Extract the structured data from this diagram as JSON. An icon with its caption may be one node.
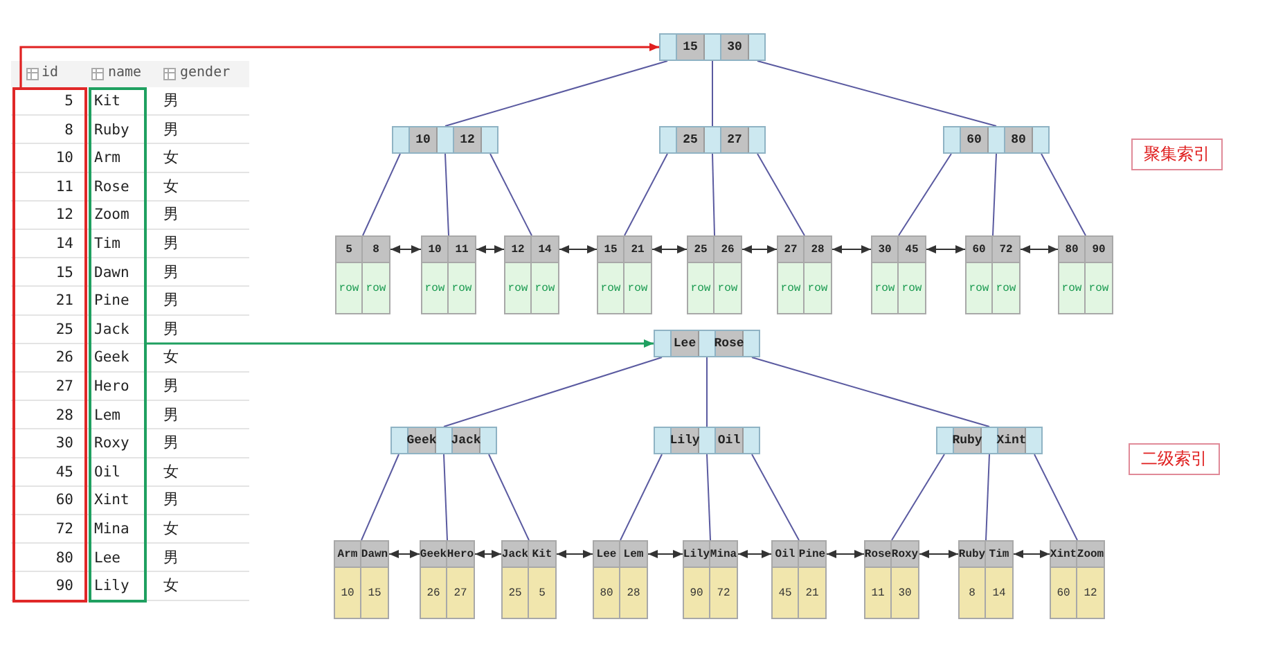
{
  "diagram": {
    "nodes": [
      {
        "text": [
          "5",
          "8",
          "10",
          "11",
          "12",
          "14",
          "15",
          "21",
          "25",
          "26",
          "27",
          "28",
          "30",
          "45",
          "60",
          "72",
          "80",
          "90"
        ]
      },
      {
        "text": [
          "Kit",
          "Ruby",
          "Arm",
          "Rose",
          "Zoom",
          "Tim",
          "Dawn",
          "Pine",
          "Jack",
          "Geek",
          "Hero",
          "Lem",
          "Roxy",
          "Oil",
          "Xint",
          "Mina",
          "Lee",
          "Lily"
        ]
      },
      {
        "text": [
          "15",
          "30"
        ]
      },
      {
        "text": [
          "10",
          "12"
        ]
      },
      {
        "text": [
          "25",
          "27"
        ]
      },
      {
        "text": [
          "60",
          "80"
        ]
      },
      {
        "text": [
          "5",
          "8",
          "row",
          "row"
        ]
      },
      {
        "text": [
          "10",
          "11",
          "row",
          "row"
        ]
      },
      {
        "text": [
          "12",
          "14",
          "row",
          "row"
        ]
      },
      {
        "text": [
          "15",
          "21",
          "row",
          "row"
        ]
      },
      {
        "text": [
          "25",
          "26",
          "row",
          "row"
        ]
      },
      {
        "text": [
          "27",
          "28",
          "row",
          "row"
        ]
      },
      {
        "text": [
          "30",
          "45",
          "row",
          "row"
        ]
      },
      {
        "text": [
          "60",
          "72",
          "row",
          "row"
        ]
      },
      {
        "text": [
          "80",
          "90",
          "row",
          "row"
        ]
      },
      {
        "text": [
          "Lee",
          "Rose"
        ]
      },
      {
        "text": [
          "Geek",
          "Jack"
        ]
      },
      {
        "text": [
          "Lily",
          "Oil"
        ]
      },
      {
        "text": [
          "Ruby",
          "Xint"
        ]
      },
      {
        "text": [
          "Arm",
          "Dawn",
          "10",
          "15"
        ]
      },
      {
        "text": [
          "Geek",
          "Hero",
          "26",
          "27"
        ]
      },
      {
        "text": [
          "Jack",
          "Kit",
          "25",
          "5"
        ]
      },
      {
        "text": [
          "Lee",
          "Lem",
          "80",
          "28"
        ]
      },
      {
        "text": [
          "Lily",
          "Mina",
          "90",
          "72"
        ]
      },
      {
        "text": [
          "Oil",
          "Pine",
          "45",
          "21"
        ]
      },
      {
        "text": [
          "Rose",
          "Roxy",
          "11",
          "30"
        ]
      },
      {
        "text": [
          "Ruby",
          "Tim",
          "8",
          "14"
        ]
      },
      {
        "text": [
          "Xint",
          "Zoom",
          "60",
          "12"
        ]
      },
      {
        "text": [
          "聚集索引"
        ]
      },
      {
        "text": [
          "二级索引"
        ]
      }
    ],
    "edges": [
      {
        "from": 0,
        "to": 2,
        "arrow": "to",
        "color": "#e02020"
      },
      {
        "from": 1,
        "to": 15,
        "arrow": "to",
        "color": "#1fa060"
      },
      {
        "from": 2,
        "to": 3,
        "arrow": "none"
      },
      {
        "from": 2,
        "to": 4,
        "arrow": "none"
      },
      {
        "from": 2,
        "to": 5,
        "arrow": "none"
      },
      {
        "from": 3,
        "to": 6,
        "arrow": "none"
      },
      {
        "from": 3,
        "to": 7,
        "arrow": "none"
      },
      {
        "from": 3,
        "to": 8,
        "arrow": "none"
      },
      {
        "from": 4,
        "to": 9,
        "arrow": "none"
      },
      {
        "from": 4,
        "to": 10,
        "arrow": "none"
      },
      {
        "from": 4,
        "to": 11,
        "arrow": "none"
      },
      {
        "from": 5,
        "to": 12,
        "arrow": "none"
      },
      {
        "from": 5,
        "to": 13,
        "arrow": "none"
      },
      {
        "from": 5,
        "to": 14,
        "arrow": "none"
      },
      {
        "from": 6,
        "to": 7,
        "arrow": "both",
        "color": "#333333"
      },
      {
        "from": 7,
        "to": 8,
        "arrow": "both",
        "color": "#333333"
      },
      {
        "from": 8,
        "to": 9,
        "arrow": "both",
        "color": "#333333"
      },
      {
        "from": 9,
        "to": 10,
        "arrow": "both",
        "color": "#333333"
      },
      {
        "from": 10,
        "to": 11,
        "arrow": "both",
        "color": "#333333"
      },
      {
        "from": 11,
        "to": 12,
        "arrow": "both",
        "color": "#333333"
      },
      {
        "from": 12,
        "to": 13,
        "arrow": "both",
        "color": "#333333"
      },
      {
        "from": 13,
        "to": 14,
        "arrow": "both",
        "color": "#333333"
      },
      {
        "from": 15,
        "to": 16,
        "arrow": "none"
      },
      {
        "from": 15,
        "to": 17,
        "arrow": "none"
      },
      {
        "from": 15,
        "to": 18,
        "arrow": "none"
      },
      {
        "from": 16,
        "to": 19,
        "arrow": "none"
      },
      {
        "from": 16,
        "to": 20,
        "arrow": "none"
      },
      {
        "from": 16,
        "to": 21,
        "arrow": "none"
      },
      {
        "from": 17,
        "to": 22,
        "arrow": "none"
      },
      {
        "from": 17,
        "to": 23,
        "arrow": "none"
      },
      {
        "from": 17,
        "to": 24,
        "arrow": "none"
      },
      {
        "from": 18,
        "to": 25,
        "arrow": "none"
      },
      {
        "from": 18,
        "to": 26,
        "arrow": "none"
      },
      {
        "from": 18,
        "to": 27,
        "arrow": "none"
      },
      {
        "from": 19,
        "to": 20,
        "arrow": "both",
        "color": "#333333"
      },
      {
        "from": 20,
        "to": 21,
        "arrow": "both",
        "color": "#333333"
      },
      {
        "from": 21,
        "to": 22,
        "arrow": "both",
        "color": "#333333"
      },
      {
        "from": 22,
        "to": 23,
        "arrow": "both",
        "color": "#333333"
      },
      {
        "from": 23,
        "to": 24,
        "arrow": "both",
        "color": "#333333"
      },
      {
        "from": 24,
        "to": 25,
        "arrow": "both",
        "color": "#333333"
      },
      {
        "from": 25,
        "to": 26,
        "arrow": "both",
        "color": "#333333"
      },
      {
        "from": 26,
        "to": 27,
        "arrow": "both",
        "color": "#333333"
      }
    ],
    "labels": [
      "id",
      "name",
      "gender",
      "男",
      "男",
      "女",
      "女",
      "男",
      "男",
      "男",
      "男",
      "男",
      "女",
      "男",
      "男",
      "男",
      "女",
      "男",
      "女",
      "男",
      "女"
    ]
  }
}
